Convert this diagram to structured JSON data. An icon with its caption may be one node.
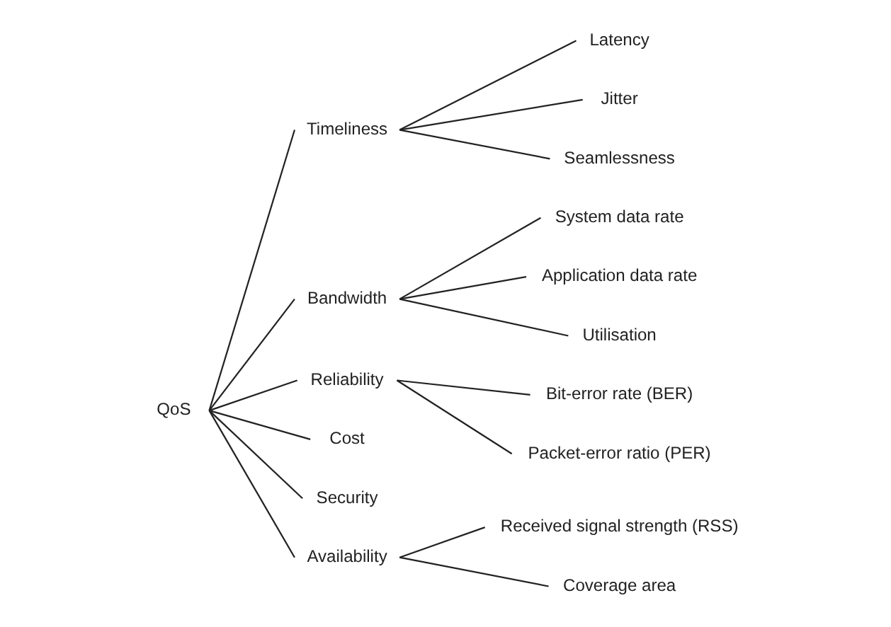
{
  "diagram": {
    "nodes": [
      {
        "text": [
          "QoS"
        ]
      },
      {
        "text": [
          "Timeliness"
        ]
      },
      {
        "text": [
          "Latency"
        ]
      },
      {
        "text": [
          "Jitter"
        ]
      },
      {
        "text": [
          "Seamlessness"
        ]
      },
      {
        "text": [
          "Bandwidth"
        ]
      },
      {
        "text": [
          "System data rate"
        ]
      },
      {
        "text": [
          "Application data rate"
        ]
      },
      {
        "text": [
          "Utilisation"
        ]
      },
      {
        "text": [
          "Reliability"
        ]
      },
      {
        "text": [
          "Bit-error rate (BER)"
        ]
      },
      {
        "text": [
          "Packet-error ratio (PER)"
        ]
      },
      {
        "text": [
          "Cost"
        ]
      },
      {
        "text": [
          "Security"
        ]
      },
      {
        "text": [
          "Availability"
        ]
      },
      {
        "text": [
          "Received signal strength (RSS)"
        ]
      },
      {
        "text": [
          "Coverage area"
        ]
      }
    ],
    "edges": [
      {
        "from": 0,
        "to": 1,
        "arrow": "none"
      },
      {
        "from": 1,
        "to": 2,
        "arrow": "none"
      },
      {
        "from": 1,
        "to": 3,
        "arrow": "none"
      },
      {
        "from": 1,
        "to": 4,
        "arrow": "none"
      },
      {
        "from": 0,
        "to": 5,
        "arrow": "none"
      },
      {
        "from": 5,
        "to": 6,
        "arrow": "none"
      },
      {
        "from": 5,
        "to": 7,
        "arrow": "none"
      },
      {
        "from": 5,
        "to": 8,
        "arrow": "none"
      },
      {
        "from": 0,
        "to": 9,
        "arrow": "none"
      },
      {
        "from": 9,
        "to": 10,
        "arrow": "none"
      },
      {
        "from": 9,
        "to": 11,
        "arrow": "none"
      },
      {
        "from": 0,
        "to": 12,
        "arrow": "none"
      },
      {
        "from": 0,
        "to": 13,
        "arrow": "none"
      },
      {
        "from": 0,
        "to": 14,
        "arrow": "none"
      },
      {
        "from": 14,
        "to": 15,
        "arrow": "none"
      },
      {
        "from": 14,
        "to": 16,
        "arrow": "none"
      }
    ]
  }
}
